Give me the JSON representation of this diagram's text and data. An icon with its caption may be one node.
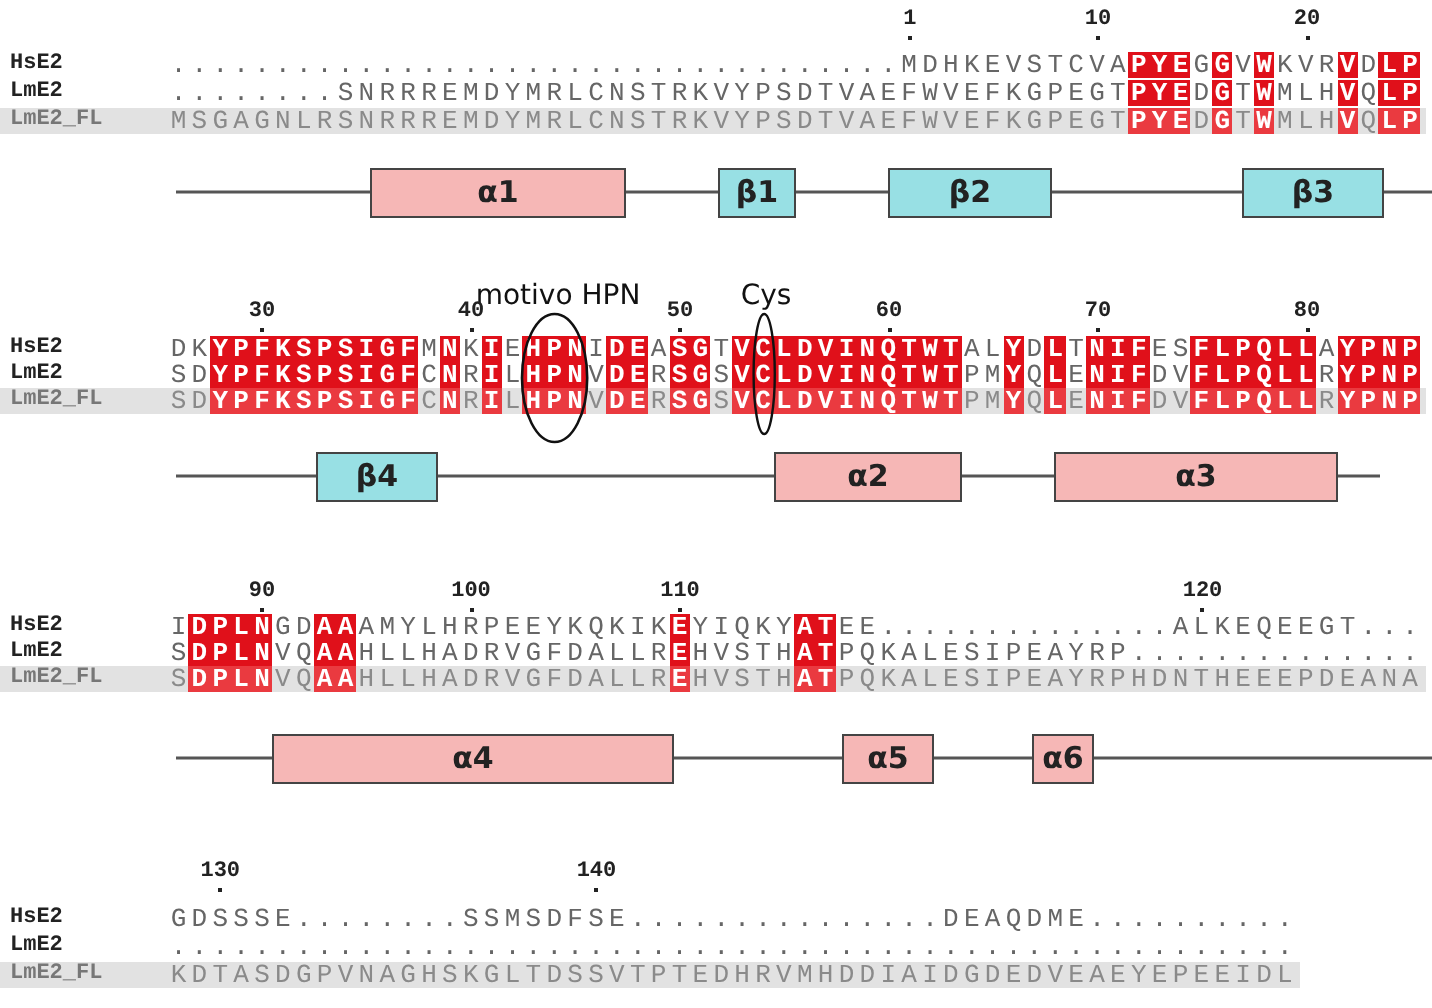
{
  "diagram": {
    "nodes": [
      {
        "text": [
          "α1"
        ]
      },
      {
        "text": [
          "β1"
        ]
      },
      {
        "text": [
          "β2"
        ]
      },
      {
        "text": [
          "β3"
        ]
      },
      {
        "text": [
          "β4"
        ]
      },
      {
        "text": [
          "α2"
        ]
      },
      {
        "text": [
          "α3"
        ]
      },
      {
        "text": [
          "α4"
        ]
      },
      {
        "text": [
          "α5"
        ]
      },
      {
        "text": [
          "α6"
        ]
      }
    ],
    "edges": [
      {
        "from": null,
        "to": 0,
        "arrow": "none"
      },
      {
        "from": 0,
        "to": 1,
        "arrow": "none"
      },
      {
        "from": 1,
        "to": 2,
        "arrow": "none"
      },
      {
        "from": 2,
        "to": 3,
        "arrow": "none"
      },
      {
        "from": 3,
        "to": null,
        "arrow": "none"
      },
      {
        "from": null,
        "to": 4,
        "arrow": "none"
      },
      {
        "from": 4,
        "to": 5,
        "arrow": "none"
      },
      {
        "from": 5,
        "to": 6,
        "arrow": "none"
      },
      {
        "from": 6,
        "to": null,
        "arrow": "none"
      },
      {
        "from": null,
        "to": 7,
        "arrow": "none"
      },
      {
        "from": 7,
        "to": 8,
        "arrow": "none"
      },
      {
        "from": 8,
        "to": 9,
        "arrow": "none"
      },
      {
        "from": 9,
        "to": null,
        "arrow": "none"
      }
    ],
    "labels": [
      "1",
      "10",
      "20",
      "HsE2",
      "...................................MDHKEVSTCVAPYEGGVWKVRVDLP",
      "LmE2",
      "........SNRRREMDYMRLCNSTRKVYPSDTVAEFWVEFKGPEGTPYEDGTWMLHVQLP",
      "LmE2_FL",
      "MSGAGNLRSNRRREMDYMRLCNSTRKVYPSDTVAEFWVEFKGPEGTPYEDGTWMLHVQLP",
      "motivo HPN",
      "Cys",
      "30",
      "40",
      "50",
      "60",
      "70",
      "80",
      "HsE2",
      "DKYPFKSPSIGFMNKIEHPNIDEASGTVCLDVINQTWTALYDLTNIFESFLPQLLAYPNP",
      "LmE2",
      "SDYPFKSPSIGFCNRILHPNVDERSGSVCLDVINQTWTPMYQLENIFDVFLPQLLRYPNP",
      "LmE2_FL",
      "SDYPFKSPSIGFCNRILHPNVDERSGSVCLDVINQTWTPMYQLENIFDVFLPQLLRYPNP",
      "90",
      "100",
      "110",
      "120",
      "HsE2",
      "IDPLNGDAAAMYLHRPEEYKQKIKEYIQKYATEE..............ALKEQEEGT...",
      "LmE2",
      "SDPLNVQAAHLLHADRVGFDALLREHVSTHATPQKALESIPEAYRP..............",
      "LmE2_FL",
      "SDPLNVQAAHLLHADRVGFDALLREHVSTHATPQKALESIPEAYRPHDNTHEEEPDEANA",
      "130",
      "140",
      "HsE2",
      "GDSSSE........SSMSDFSE...............DEAQDME..........",
      "LmE2",
      "......................................................",
      "LmE2_FL",
      "KDTASDGPVNAGHSKGLTDSSVTPTEDHRVMHDDIAIDGDEDVEAEYEPEEIDL"
    ]
  }
}
